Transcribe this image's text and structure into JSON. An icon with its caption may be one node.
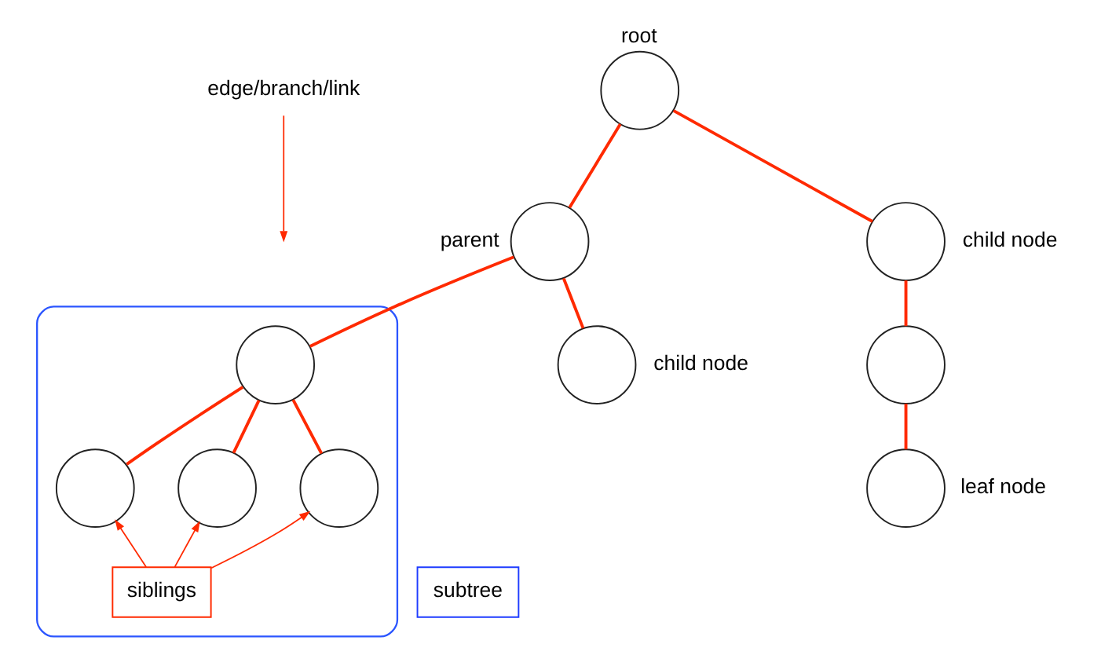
{
  "diagram": {
    "nodes": [
      {
        "text": [],
        "shape": "circle",
        "beside": [
          "root"
        ]
      },
      {
        "text": [
          "edge/branch/link"
        ]
      },
      {
        "text": [],
        "shape": "circle",
        "beside": [
          "parent"
        ]
      },
      {
        "text": [],
        "shape": "circle",
        "beside": [
          "child node"
        ]
      },
      {
        "text": [],
        "shape": "sector"
      },
      {
        "text": [],
        "shape": "circle",
        "in": 4
      },
      {
        "text": [],
        "shape": "circle",
        "beside": [
          "child node"
        ]
      },
      {
        "text": [],
        "shape": "circle"
      },
      {
        "text": [],
        "shape": "circle",
        "beside": [
          "leaf node"
        ]
      },
      {
        "text": [],
        "shape": "circle",
        "in": 4
      },
      {
        "text": [],
        "shape": "circle",
        "in": 4
      },
      {
        "text": [],
        "shape": "circle",
        "in": 4
      },
      {
        "text": [
          "subtree"
        ]
      },
      {
        "text": [
          "siblings"
        ],
        "in": 4
      }
    ],
    "edges": [
      {
        "from": 0,
        "to": 2,
        "arrow": "none"
      },
      {
        "from": 0,
        "to": 3,
        "arrow": "none"
      },
      {
        "from": 1,
        "to": null,
        "arrow": "to"
      },
      {
        "from": 2,
        "to": 5,
        "arrow": "none"
      },
      {
        "from": 2,
        "to": 6,
        "arrow": "none"
      },
      {
        "from": 3,
        "to": 7,
        "arrow": "none"
      },
      {
        "from": 7,
        "to": 8,
        "arrow": "none"
      },
      {
        "from": 5,
        "to": 9,
        "arrow": "none"
      },
      {
        "from": 5,
        "to": 10,
        "arrow": "none"
      },
      {
        "from": 5,
        "to": 11,
        "arrow": "none"
      },
      {
        "from": 13,
        "to": 9,
        "arrow": "to"
      },
      {
        "from": 13,
        "to": 10,
        "arrow": "to"
      },
      {
        "from": 13,
        "to": 11,
        "arrow": "to"
      }
    ]
  }
}
